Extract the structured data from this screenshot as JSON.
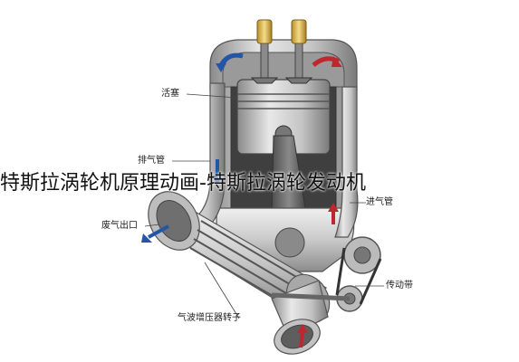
{
  "labels": {
    "piston": "活塞",
    "exhaust_pipe": "排气管",
    "intake_pipe": "进气管",
    "exhaust_outlet": "废气出口",
    "drive_belt": "传动带",
    "compressor_rotor": "气波增压器转子"
  },
  "caption": "特斯拉涡轮机原理动画-特斯拉涡轮发动机",
  "colors": {
    "metal_light": "#e6e6e6",
    "metal_mid": "#b8b8b8",
    "metal_dark": "#6e6e6e",
    "arrow_blue": "#2456a8",
    "arrow_red": "#c0262d",
    "valve_gold": "#d9b445"
  }
}
